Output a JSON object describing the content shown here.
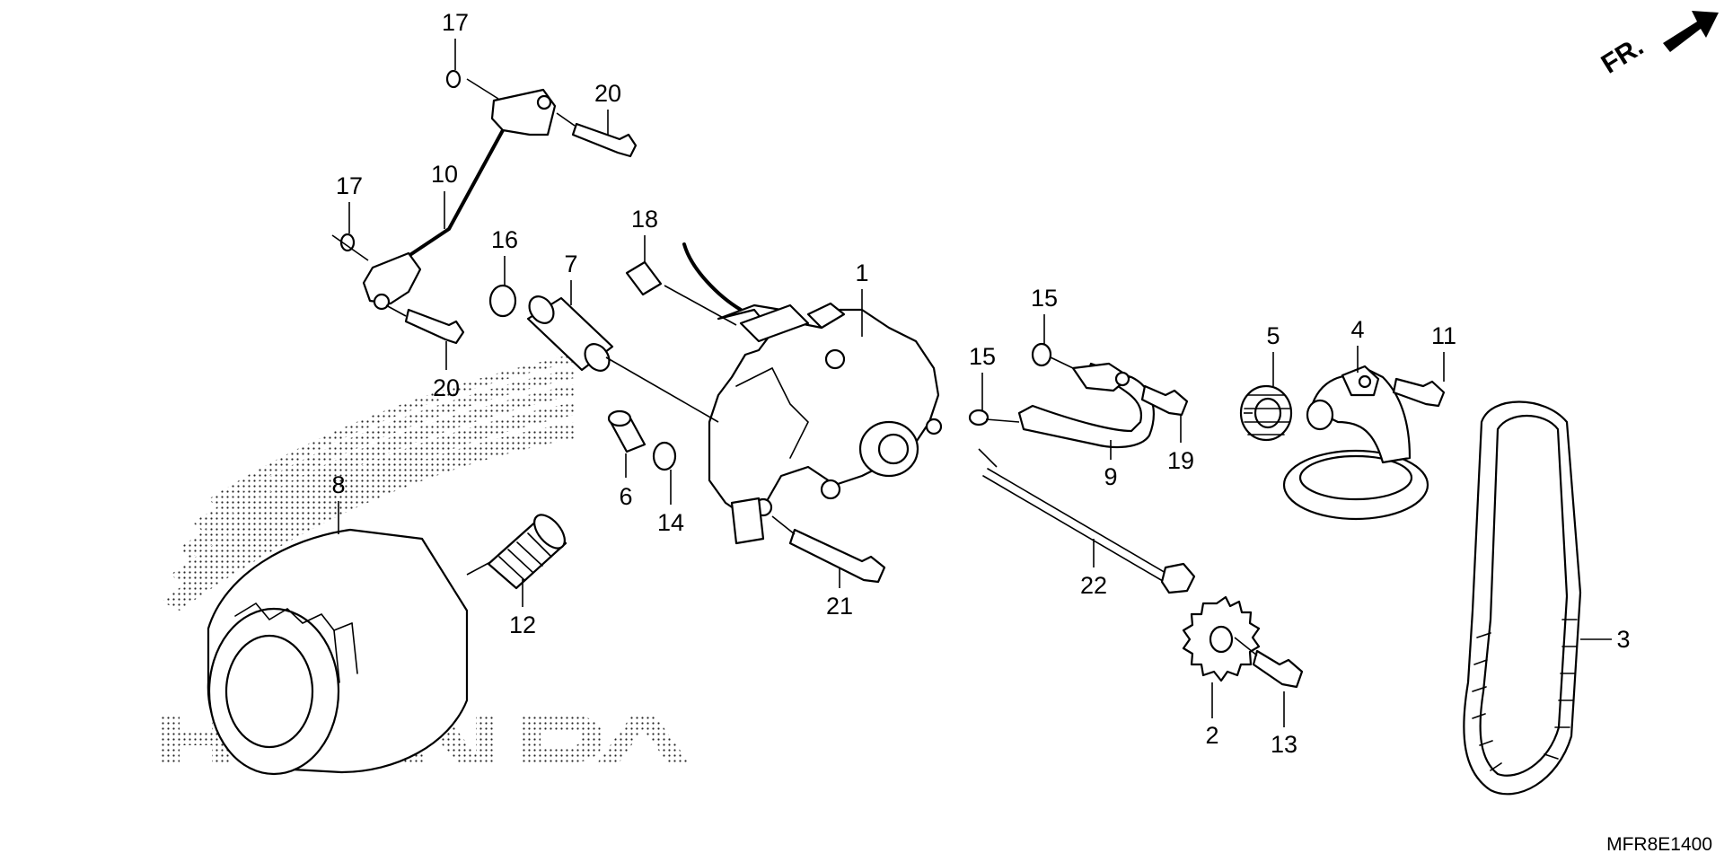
{
  "figure": {
    "document_code": "MFR8E1400",
    "watermark_text": "HONDA",
    "direction_label": "FR.",
    "direction_icon": "arrow-icon"
  },
  "callouts": [
    {
      "id": "1",
      "label": "1"
    },
    {
      "id": "2",
      "label": "2"
    },
    {
      "id": "3",
      "label": "3"
    },
    {
      "id": "4",
      "label": "4"
    },
    {
      "id": "5",
      "label": "5"
    },
    {
      "id": "6",
      "label": "6"
    },
    {
      "id": "7",
      "label": "7"
    },
    {
      "id": "8",
      "label": "8"
    },
    {
      "id": "9",
      "label": "9"
    },
    {
      "id": "10",
      "label": "10"
    },
    {
      "id": "11",
      "label": "11"
    },
    {
      "id": "12",
      "label": "12"
    },
    {
      "id": "13",
      "label": "13"
    },
    {
      "id": "14",
      "label": "14"
    },
    {
      "id": "15a",
      "label": "15"
    },
    {
      "id": "15b",
      "label": "15"
    },
    {
      "id": "16",
      "label": "16"
    },
    {
      "id": "17a",
      "label": "17"
    },
    {
      "id": "17b",
      "label": "17"
    },
    {
      "id": "18",
      "label": "18"
    },
    {
      "id": "19",
      "label": "19"
    },
    {
      "id": "20a",
      "label": "20"
    },
    {
      "id": "20b",
      "label": "20"
    },
    {
      "id": "21",
      "label": "21"
    },
    {
      "id": "22",
      "label": "22"
    }
  ],
  "colors": {
    "line": "#000000",
    "background": "#ffffff",
    "watermark": "#000000"
  }
}
